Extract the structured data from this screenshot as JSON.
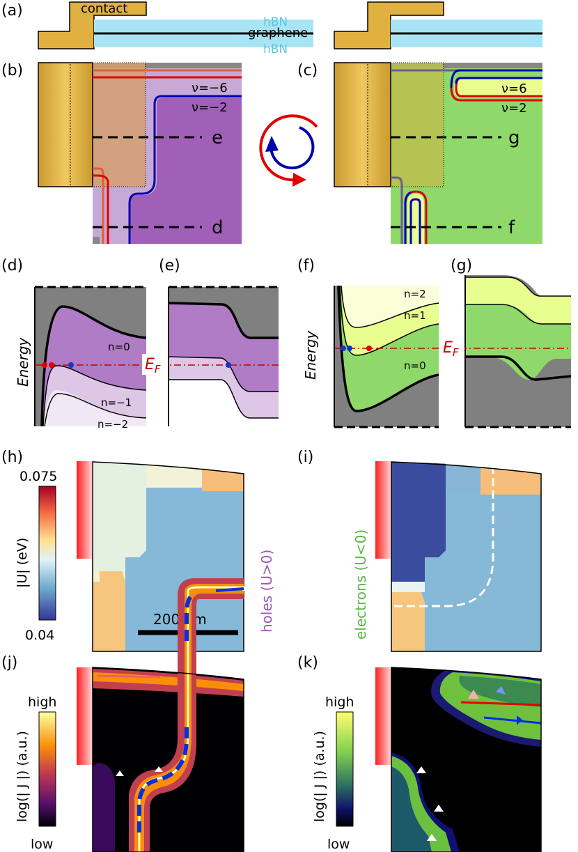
{
  "panel_labels": {
    "a": "(a)",
    "b": "(b)",
    "c": "(c)",
    "d": "(d)",
    "e": "(e)",
    "f": "(f)",
    "g": "(g)",
    "h": "(h)",
    "i": "(i)",
    "j": "(j)",
    "k": "(k)"
  },
  "panel_a": {
    "contact": "contact",
    "hbn_top": "hBN",
    "graphene": "graphene",
    "hbn_bottom": "hBN"
  },
  "panel_b": {
    "nu1": "ν=−6",
    "nu2": "ν=−2",
    "cut_upper": "e",
    "cut_lower": "d"
  },
  "panel_c": {
    "nu1": "ν=6",
    "nu2": "ν=2",
    "cut_upper": "g",
    "cut_lower": "f"
  },
  "panel_d": {
    "ylabel": "Energy",
    "n0": "n=0",
    "nm1": "n=−1",
    "nm2": "n=−2"
  },
  "panel_e": {
    "ef": "E",
    "ef_sub": "F"
  },
  "panel_f": {
    "ylabel": "Energy",
    "n2": "n=2",
    "n1": "n=1",
    "n0": "n=0"
  },
  "panel_g": {
    "ef": "E",
    "ef_sub": "F"
  },
  "panel_h": {
    "cb_max": "0.075",
    "cb_min": "0.04",
    "cb_label": "|U| (eV)",
    "scalebar": "200 nm",
    "side": "holes (U>0)"
  },
  "panel_i": {
    "side": "electrons (U<0)"
  },
  "panel_j": {
    "cb_high": "high",
    "cb_low": "low",
    "cb_label": "log(| J |) (a.u.)"
  },
  "panel_k": {
    "cb_high": "high",
    "cb_low": "low",
    "cb_label": "log(| J |) (a.u.)"
  },
  "colors": {
    "contact": "#e0b040",
    "hbn": "#a8e4f4",
    "holes": "#b07cc6",
    "electrons": "#8fd96a",
    "red": "#e00000",
    "blue": "#0000b0"
  }
}
